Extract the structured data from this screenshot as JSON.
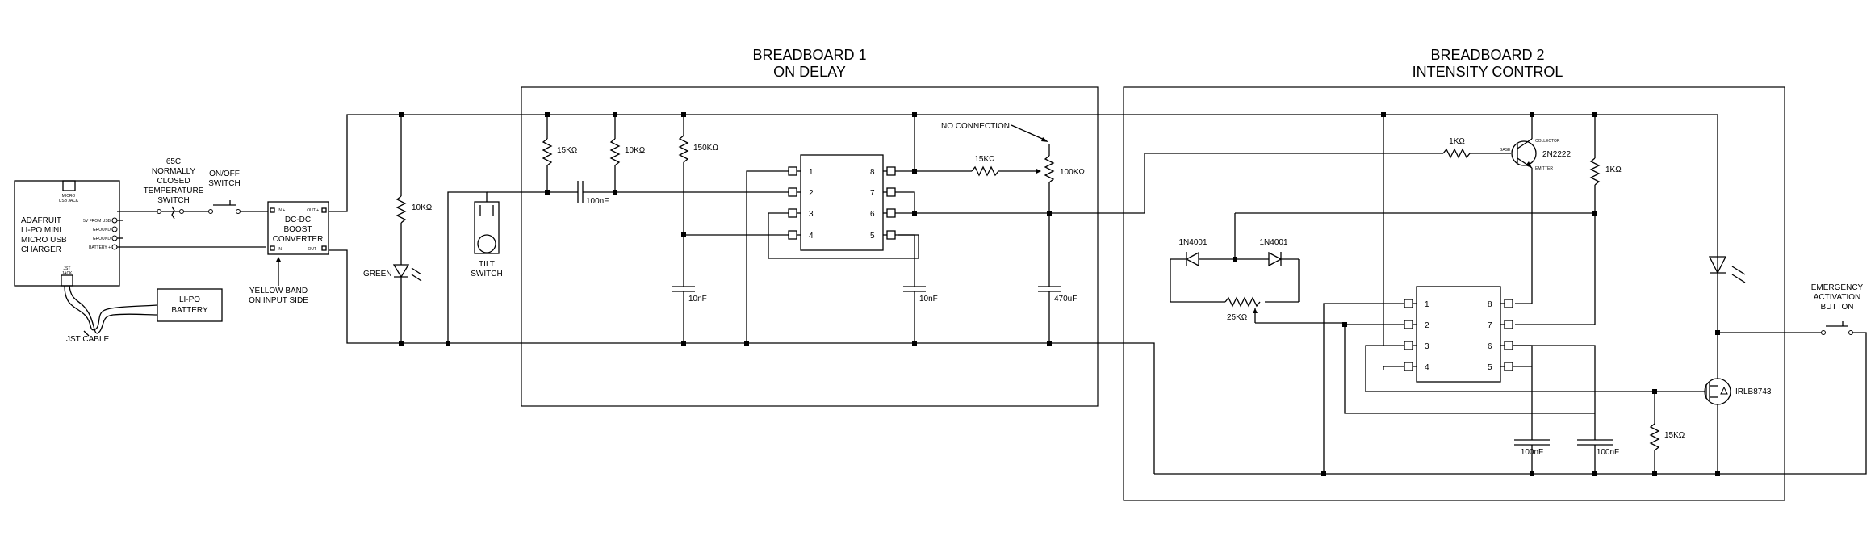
{
  "titles": {
    "bb1_line1": "BREADBOARD 1",
    "bb1_line2": "ON DELAY",
    "bb2_line1": "BREADBOARD 2",
    "bb2_line2": "INTENSITY CONTROL"
  },
  "charger": {
    "line1": "ADAFRUIT",
    "line2": "LI-PO MINI",
    "line3": "MICRO USB",
    "line4": "CHARGER",
    "usb_jack_1": "MICRO",
    "usb_jack_2": "USB JACK",
    "jst_jack_1": "JST",
    "jst_jack_2": "JACK",
    "pin_5v": "5V FROM USB",
    "pin_gnd1": "GROUND",
    "pin_gnd2": "GROUND",
    "pin_bat": "BATTERY +"
  },
  "battery": {
    "line1": "LI-PO",
    "line2": "BATTERY"
  },
  "jst_cable": "JST CABLE",
  "temp_switch": {
    "line1": "65C",
    "line2": "NORMALLY",
    "line3": "CLOSED",
    "line4": "TEMPERATURE",
    "line5": "SWITCH"
  },
  "onoff_switch": {
    "line1": "ON/OFF",
    "line2": "SWITCH"
  },
  "boost": {
    "line1": "DC-DC",
    "line2": "BOOST",
    "line3": "CONVERTER",
    "pin_in_plus": "IN +",
    "pin_in_minus": "IN -",
    "pin_out_plus": "OUT +",
    "pin_out_minus": "OUT -",
    "note1": "YELLOW BAND",
    "note2": "ON INPUT SIDE"
  },
  "led_res": "10KΩ",
  "green_led": "GREEN",
  "tilt": {
    "line1": "TILT",
    "line2": "SWITCH"
  },
  "bb1": {
    "r1": "15KΩ",
    "r2": "10KΩ",
    "r3": "150KΩ",
    "c_series": "100nF",
    "c1": "10nF",
    "c2": "10nF",
    "c3": "470uF",
    "r_pot_series": "15KΩ",
    "pot": "100KΩ",
    "no_conn": "NO CONNECTION",
    "pins_left": [
      "1",
      "2",
      "3",
      "4"
    ],
    "pins_right": [
      "8",
      "7",
      "6",
      "5"
    ]
  },
  "bb2": {
    "r_base": "1KΩ",
    "transistor": "2N2222",
    "t_collector": "COLLECTOR",
    "t_base": "BASE",
    "t_emitter": "EMITTER",
    "r_right": "1KΩ",
    "d1": "1N4001",
    "d2": "1N4001",
    "pot": "25KΩ",
    "pins_left": [
      "1",
      "2",
      "3",
      "4"
    ],
    "pins_right": [
      "8",
      "7",
      "6",
      "5"
    ],
    "c1": "100nF",
    "c2": "100nF",
    "r_gate": "15KΩ",
    "mosfet": "IRLB8743"
  },
  "emergency": {
    "line1": "EMERGENCY",
    "line2": "ACTIVATION",
    "line3": "BUTTON"
  }
}
